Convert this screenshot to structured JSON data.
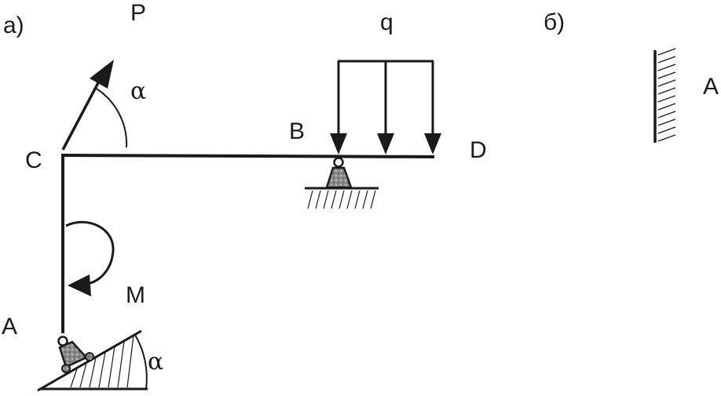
{
  "panels": {
    "a": "а)",
    "b": "б)"
  },
  "labels": {
    "P": "P",
    "q": "q",
    "alpha_top": "α",
    "alpha_bottom": "α",
    "C": "C",
    "B": "B",
    "D": "D",
    "M": "M",
    "A_left": "A",
    "A_right": "A"
  },
  "colors": {
    "stroke": "#1a1a1a",
    "support_fill": "#8a8a8a",
    "background": "#ffffff"
  }
}
